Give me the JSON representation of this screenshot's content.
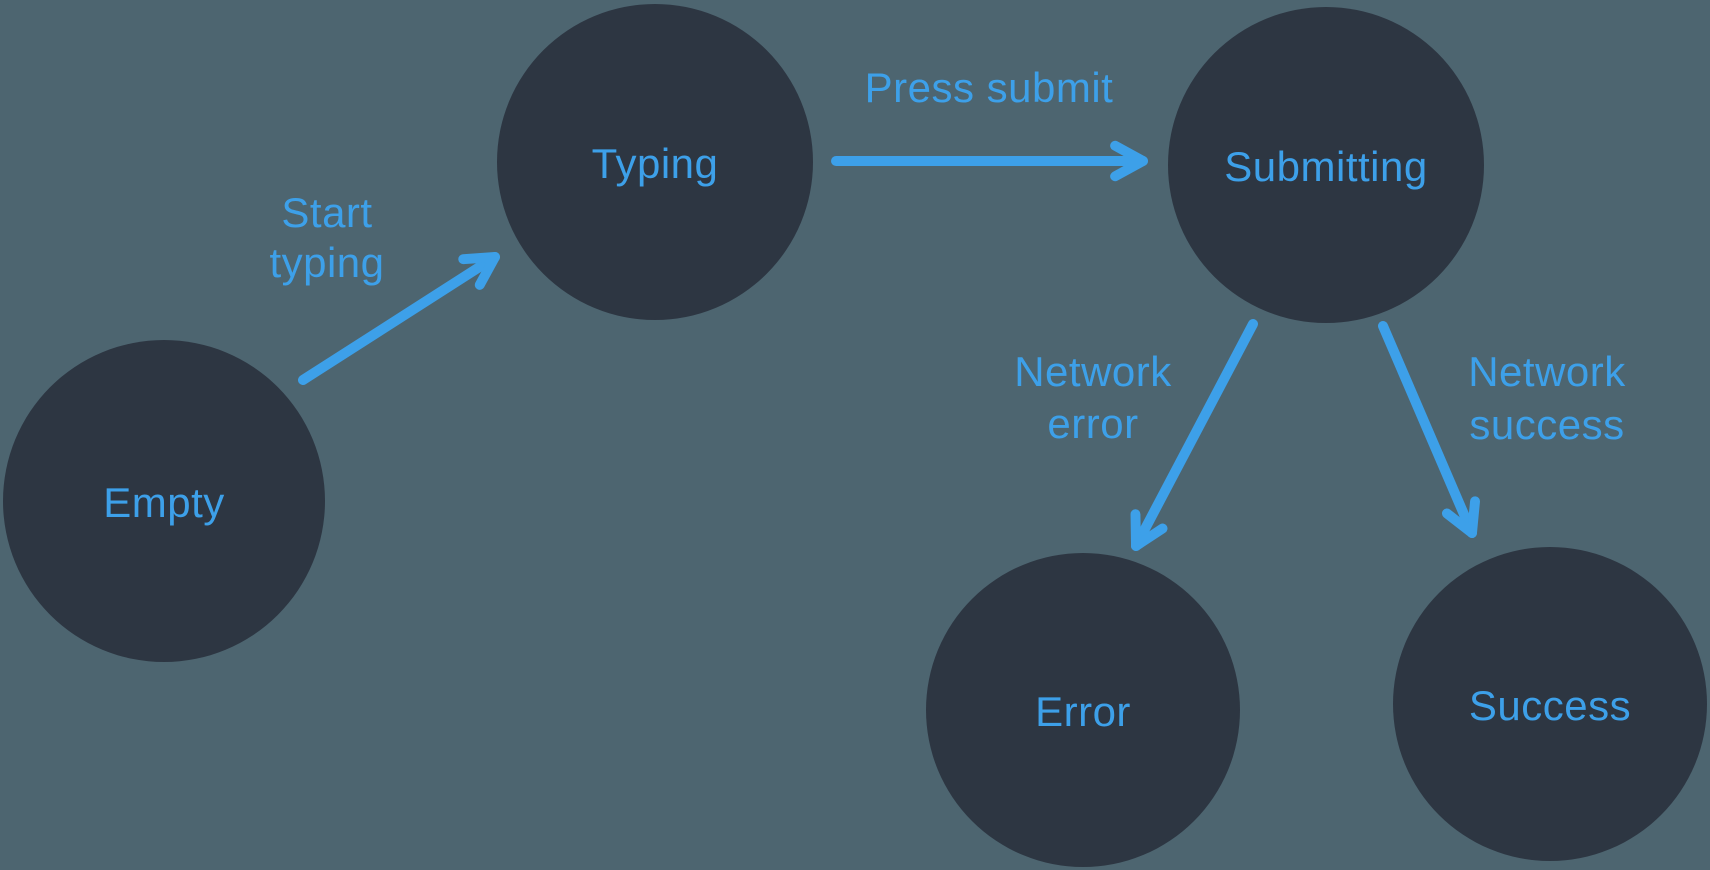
{
  "colors": {
    "background": "#4d6570",
    "node_fill": "#2d3642",
    "accent_blue": "#3da0e9"
  },
  "diagram": {
    "type": "state-machine",
    "nodes": [
      {
        "id": "empty",
        "label": "Empty"
      },
      {
        "id": "typing",
        "label": "Typing"
      },
      {
        "id": "submitting",
        "label": "Submitting"
      },
      {
        "id": "error",
        "label": "Error"
      },
      {
        "id": "success",
        "label": "Success"
      }
    ],
    "edges": [
      {
        "from": "empty",
        "to": "typing",
        "label": "Start typing",
        "lines": [
          "Start",
          "typing"
        ]
      },
      {
        "from": "typing",
        "to": "submitting",
        "label": "Press submit",
        "lines": [
          "Press submit"
        ]
      },
      {
        "from": "submitting",
        "to": "error",
        "label": "Network error",
        "lines": [
          "Network",
          "error"
        ]
      },
      {
        "from": "submitting",
        "to": "success",
        "label": "Network success",
        "lines": [
          "Network",
          "success"
        ]
      }
    ]
  }
}
